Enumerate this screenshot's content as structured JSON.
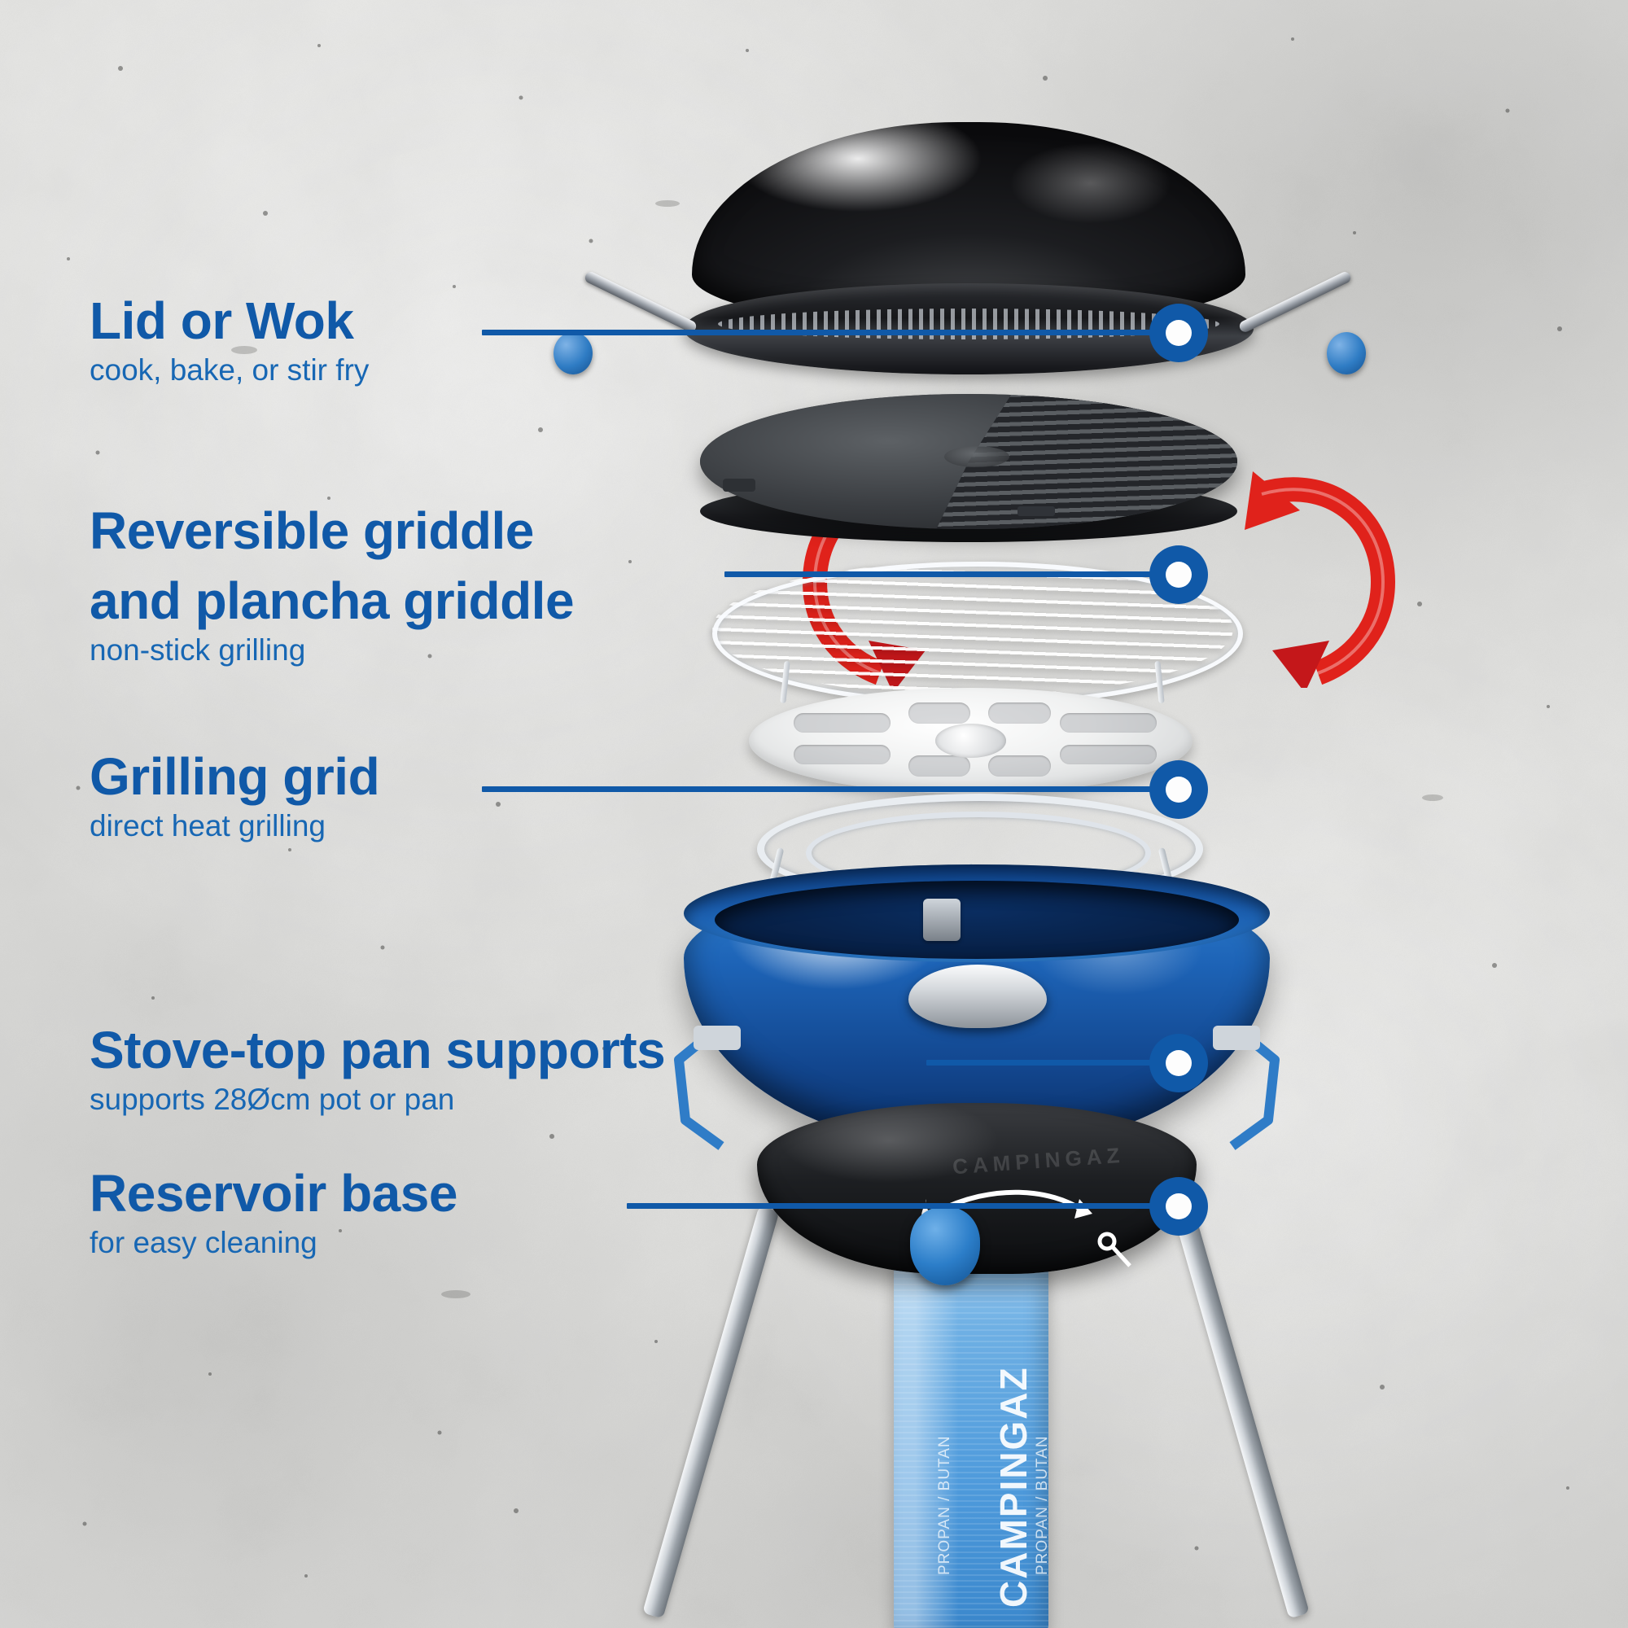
{
  "page": {
    "kind": "product-feature-infographic",
    "product_brand": "CAMPINGAZ",
    "accent_color": "#1059A8",
    "subtitle_color": "#1767B4",
    "arrow_color": "#E0221B",
    "background": "light grey concrete texture"
  },
  "callouts": [
    {
      "id": "lid-or-wok",
      "title": "Lid or Wok",
      "subtitle": "cook, bake, or stir fry",
      "marker": "callout-dot"
    },
    {
      "id": "reversible-griddle",
      "title_line1": "Reversible griddle",
      "title_line2": "and plancha griddle",
      "subtitle": "non-stick grilling",
      "marker": "callout-dot"
    },
    {
      "id": "grilling-grid",
      "title": "Grilling grid",
      "subtitle": "direct heat grilling",
      "marker": "callout-dot"
    },
    {
      "id": "stove-top-pan-supports",
      "title": "Stove-top pan supports",
      "subtitle": "supports 28Øcm pot or pan",
      "marker": "callout-dot"
    },
    {
      "id": "reservoir-base",
      "title": "Reservoir base",
      "subtitle": "for easy cleaning",
      "marker": "callout-dot"
    }
  ],
  "product": {
    "parts": [
      "lid-or-wok-dome",
      "reversible-griddle-plate",
      "grilling-grid",
      "enamel-burner-plate",
      "stove-top-pan-support-ring",
      "reservoir-bowl",
      "base-housing",
      "control-knob",
      "tripod-legs",
      "gas-canister"
    ],
    "canister": {
      "brand": "CAMPINGAZ",
      "gas_type": "PROPAN / BUTAN"
    },
    "base_branding": "CAMPINGAZ",
    "rotation_arrows": {
      "count": 2,
      "meaning": "griddle is reversible",
      "color": "#E0221B"
    }
  }
}
